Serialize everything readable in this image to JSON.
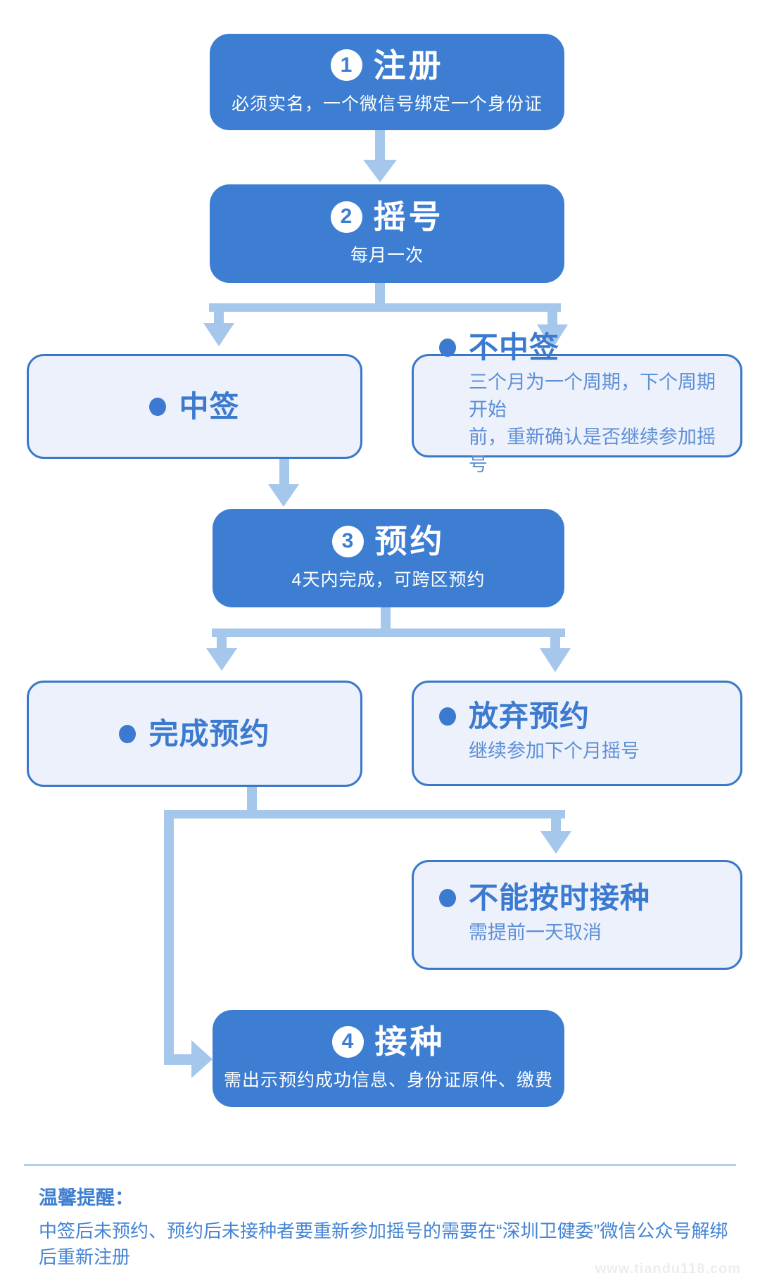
{
  "flow": {
    "steps": [
      {
        "num": "1",
        "title": "注册",
        "subtitle": "必须实名，一个微信号绑定一个身份证"
      },
      {
        "num": "2",
        "title": "摇号",
        "subtitle": "每月一次"
      },
      {
        "num": "3",
        "title": "预约",
        "subtitle": "4天内完成，可跨区预约"
      },
      {
        "num": "4",
        "title": "接种",
        "subtitle": "需出示预约成功信息、身份证原件、缴费"
      }
    ],
    "options": [
      {
        "title": "中签"
      },
      {
        "title": "不中签",
        "desc_lines": [
          "三个月为一个周期，下个周期开始",
          "前，重新确认是否继续参加摇号"
        ]
      },
      {
        "title": "完成预约"
      },
      {
        "title": "放弃预约",
        "desc_lines": [
          "继续参加下个月摇号"
        ]
      },
      {
        "title": "不能按时接种",
        "desc_lines": [
          "需提前一天取消"
        ]
      }
    ],
    "note": {
      "title": "温馨提醒：",
      "body": "中签后未预约、预约后未接种者要重新参加摇号的需要在“深圳卫健委”微信公众号解绑后重新注册"
    },
    "watermark": "www.tiandu118.com"
  },
  "colors": {
    "step_fill": "#3d7ed2",
    "option_fill": "#edf1fc",
    "option_border": "#3a78c9",
    "option_text": "#3b7ace",
    "option_desc": "#5d90d6",
    "connector": "#a6c7ec",
    "divider": "#b6cde9",
    "note_title": "#3e7fd1",
    "note_body": "#4585d4",
    "watermark": "#ededed"
  }
}
